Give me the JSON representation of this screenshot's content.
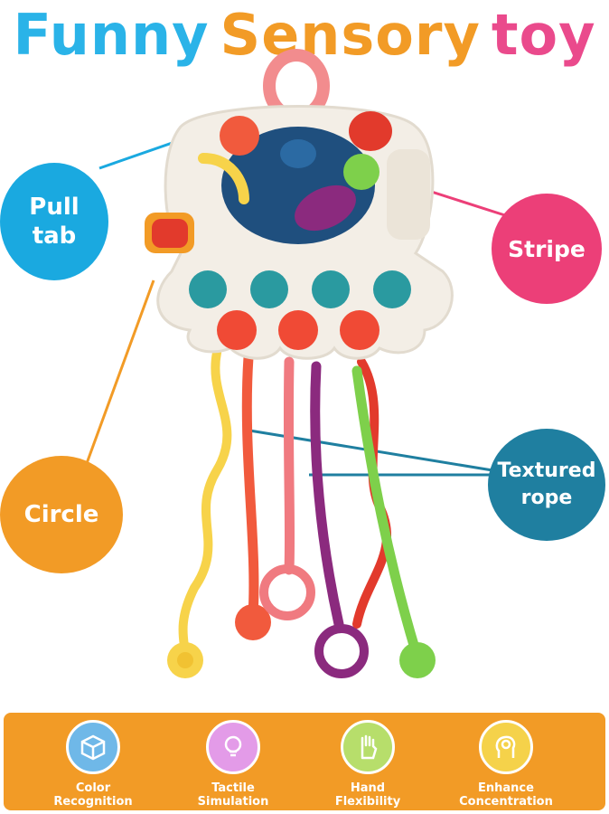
{
  "title": {
    "word1": "Funny",
    "word2": "Sensory",
    "word3": "toy",
    "colors": {
      "word1": "#2ab3e8",
      "word2": "#f29b26",
      "word3": "#ea4a8c"
    }
  },
  "callouts": {
    "pull_tab": {
      "line1": "Pull",
      "line2": "tab",
      "color": "#1aa9e0"
    },
    "stripe": {
      "label": "Stripe",
      "color": "#ec3f78"
    },
    "circle": {
      "label": "Circle",
      "color": "#f29b26"
    },
    "textured_rope": {
      "line1": "Textured",
      "line2": "rope",
      "color": "#1f7fa0"
    }
  },
  "features": [
    {
      "line1": "Color",
      "line2": "Recognition",
      "icon": "cube-icon",
      "color": "#6fb8e8"
    },
    {
      "line1": "Tactile",
      "line2": "Simulation",
      "icon": "lightbulb-icon",
      "color": "#e39be8"
    },
    {
      "line1": "Hand",
      "line2": "Flexibility",
      "icon": "hand-icon",
      "color": "#b7de6b"
    },
    {
      "line1": "Enhance",
      "line2": "Concentration",
      "icon": "brain-gear-icon",
      "color": "#f5d24a"
    }
  ],
  "panel_color": "#f29b26"
}
